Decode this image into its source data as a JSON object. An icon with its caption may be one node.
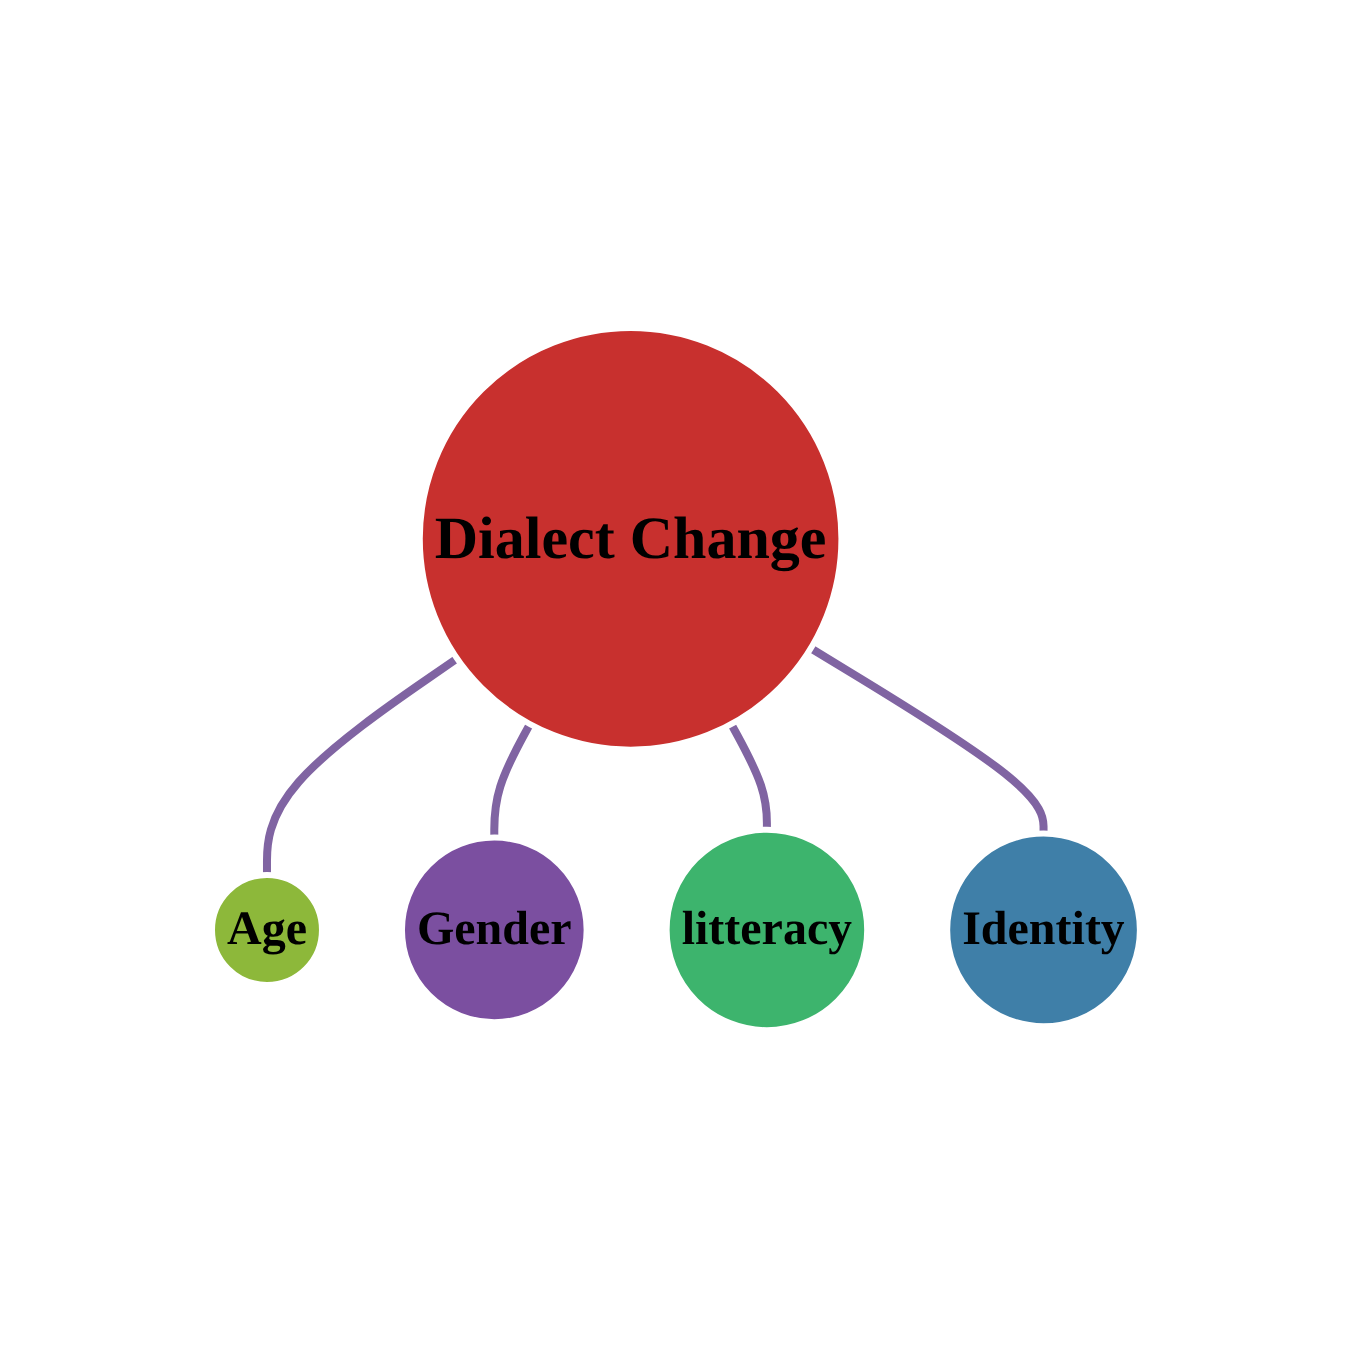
{
  "diagram": {
    "nodes": [
      {
        "text": [
          "Age"
        ]
      },
      {
        "text": [
          "Gender"
        ]
      },
      {
        "text": [
          "Dialect Change"
        ]
      },
      {
        "text": [
          "litteracy"
        ]
      },
      {
        "text": [
          "Identity"
        ]
      }
    ],
    "edges": [
      {
        "from": 2,
        "to": 0,
        "arrow": "none"
      },
      {
        "from": 2,
        "to": 1,
        "arrow": "none"
      },
      {
        "from": 2,
        "to": 3,
        "arrow": "none"
      },
      {
        "from": 2,
        "to": 4,
        "arrow": "none"
      }
    ]
  }
}
